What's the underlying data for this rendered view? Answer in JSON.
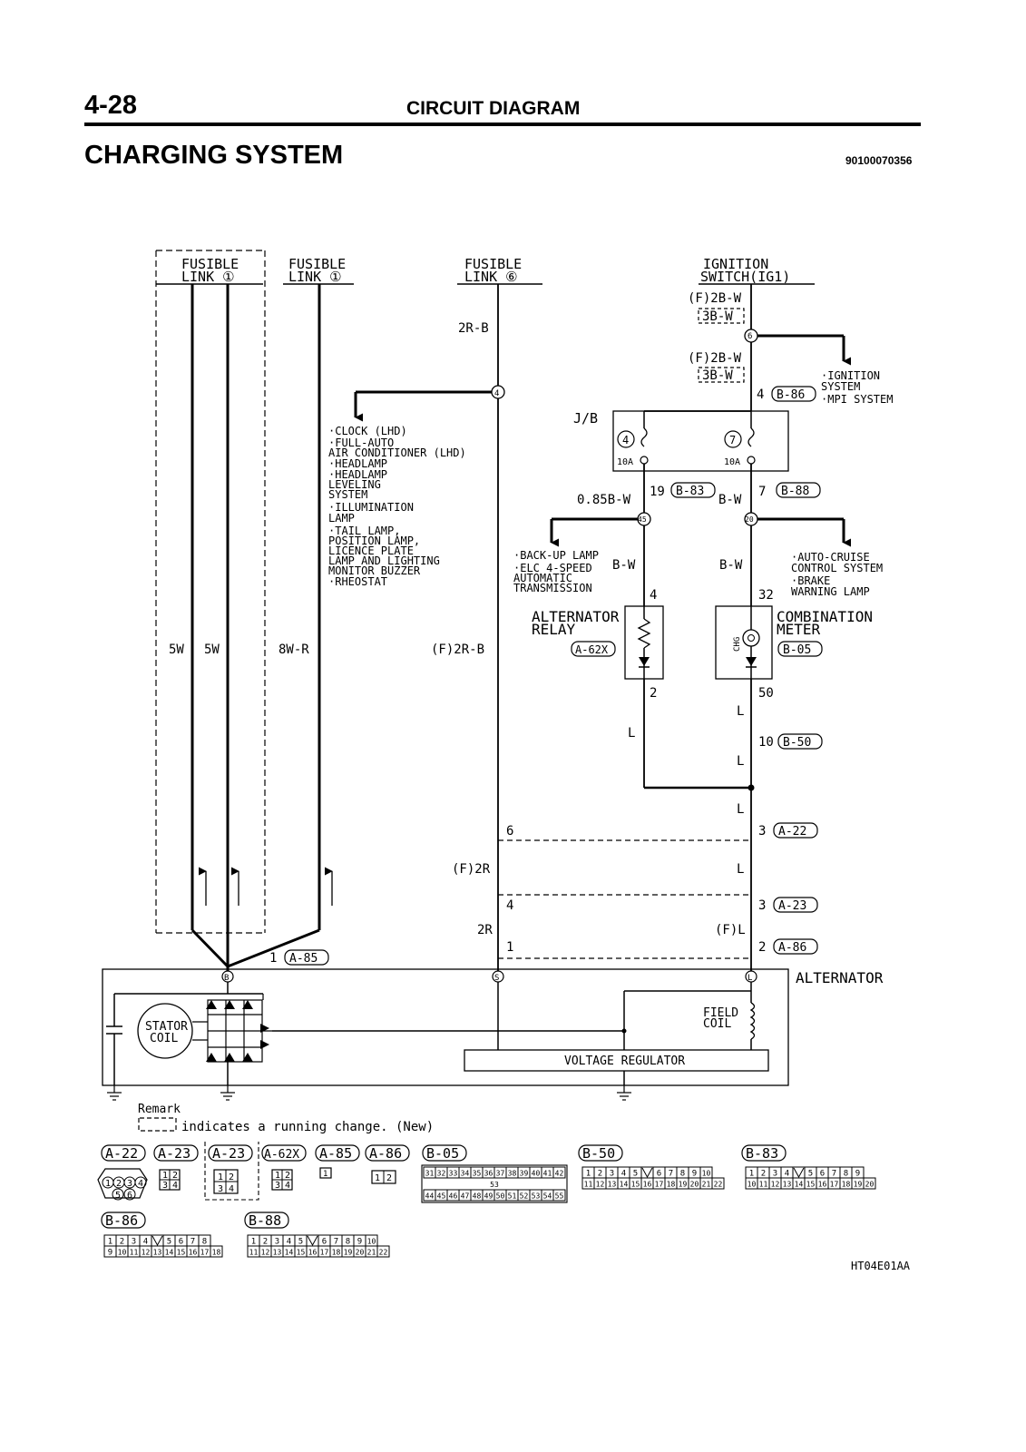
{
  "header": {
    "page_number": "4-28",
    "section": "CIRCUIT DIAGRAM",
    "title": "CHARGING SYSTEM",
    "doc_code": "90100070356"
  },
  "sources": {
    "fusible_link_1a": [
      "FUSIBLE",
      "LINK ①"
    ],
    "fusible_link_1b": [
      "FUSIBLE",
      "LINK ①"
    ],
    "fusible_link_6": [
      "FUSIBLE",
      "LINK ⑥"
    ],
    "ignition_switch": [
      "IGNITION",
      "SWITCH(IG1)"
    ]
  },
  "wires": {
    "w5w_a": "5W",
    "w5w_b": "5W",
    "w8wr": "8W-R",
    "w2rb": "2R-B",
    "wf2rb": "(F)2R-B",
    "wf2bw_a": "(F)2B-W",
    "w3bw_a": "3B-W",
    "wf2bw_b": "(F)2B-W",
    "w3bw_b": "3B-W",
    "w085bw": "0.85B-W",
    "wbw1": "B-W",
    "wbw2": "B-W",
    "wbw3": "B-W",
    "wl1": "L",
    "wl2": "L",
    "wl3": "L",
    "wl4": "L",
    "wl5": "L",
    "wf2r": "(F)2R",
    "w2r": "2R",
    "wfl": "(F)L"
  },
  "loads_left": [
    "·CLOCK (LHD)",
    "·FULL-AUTO",
    " AIR CONDITIONER (LHD)",
    "·HEADLAMP",
    "·HEADLAMP",
    " LEVELING",
    " SYSTEM",
    "·ILLUMINATION",
    " LAMP",
    "·TAIL LAMP,",
    " POSITION LAMP,",
    " LICENCE PLATE",
    " LAMP AND LIGHTING",
    " MONITOR BUZZER",
    "·RHEOSTAT"
  ],
  "loads_backup": [
    "·BACK-UP LAMP",
    "·ELC 4-SPEED",
    " AUTOMATIC",
    " TRANSMISSION"
  ],
  "loads_ignition": [
    "·IGNITION",
    " SYSTEM",
    "·MPI SYSTEM"
  ],
  "loads_cruise": [
    "·AUTO-CRUISE",
    " CONTROL SYSTEM",
    "·BRAKE",
    " WARNING LAMP"
  ],
  "components": {
    "jb": "J/B",
    "fuse_a_no": "4",
    "fuse_b_no": "7",
    "fuse_a_rating": "10A",
    "fuse_b_rating": "10A",
    "relay": [
      "ALTERNATOR",
      "RELAY"
    ],
    "relay_conn": "A-62X",
    "meter": [
      "COMBINATION",
      "METER"
    ],
    "meter_conn": "B-05",
    "chg": "CHG",
    "alternator": "ALTERNATOR",
    "field_coil": [
      "FIELD",
      "COIL"
    ],
    "stator_coil": [
      "STATOR",
      "COIL"
    ],
    "regulator": "VOLTAGE REGULATOR"
  },
  "junctions": {
    "j4": "4",
    "j6": "6",
    "j45": "45",
    "j20": "20"
  },
  "pins": {
    "p4_b86": "4",
    "c_b86": "B-86",
    "p19": "19",
    "c_b83": "B-83",
    "p7": "7",
    "c_b88": "B-88",
    "p4_relay": "4",
    "p32": "32",
    "p2_relay": "2",
    "p50": "50",
    "p10": "10",
    "c_b50": "B-50",
    "p6": "6",
    "p3a": "3",
    "c_a22": "A-22",
    "p4b": "4",
    "p3b": "3",
    "c_a23": "A-23",
    "p1": "1",
    "p2": "2",
    "c_a86": "A-86",
    "p1_a85": "1",
    "c_a85": "A-85",
    "t_b": "B",
    "t_s": "S",
    "t_l": "L"
  },
  "remark": {
    "title": "Remark",
    "text": "indicates a running change. (New)"
  },
  "connectors": {
    "a22": "A-22",
    "a23": "A-23",
    "a23n": "A-23",
    "a62x": "A-62X",
    "a85": "A-85",
    "a86": "A-86",
    "b05": "B-05",
    "b50": "B-50",
    "b83": "B-83",
    "b86": "B-86",
    "b88": "B-88",
    "a22_pins": [
      "1",
      "2",
      "3",
      "4",
      "5",
      "6"
    ],
    "sq_pins": [
      "1",
      "2",
      "3",
      "4"
    ],
    "a86_pins": [
      "1",
      "2"
    ],
    "b05_top": [
      "31",
      "32",
      "33",
      "34",
      "35",
      "36",
      "37",
      "38",
      "39",
      "40",
      "41",
      "42"
    ],
    "b05_mid": "53",
    "b05_bot": [
      "44",
      "45",
      "46",
      "47",
      "48",
      "49",
      "50",
      "51",
      "52",
      "53",
      "54",
      "55"
    ],
    "b50_top": [
      "1",
      "2",
      "3",
      "4",
      "5",
      "6",
      "7",
      "8",
      "9",
      "10"
    ],
    "b50_bot": [
      "11",
      "12",
      "13",
      "14",
      "15",
      "16",
      "17",
      "18",
      "19",
      "20",
      "21",
      "22"
    ],
    "b83_top": [
      "1",
      "2",
      "3",
      "4",
      "5",
      "6",
      "7",
      "8",
      "9"
    ],
    "b83_bot": [
      "10",
      "11",
      "12",
      "13",
      "14",
      "15",
      "16",
      "17",
      "18",
      "19",
      "20"
    ],
    "b86_top": [
      "1",
      "2",
      "3",
      "4",
      "5",
      "6",
      "7",
      "8"
    ],
    "b86_bot": [
      "9",
      "10",
      "11",
      "12",
      "13",
      "14",
      "15",
      "16",
      "17",
      "18"
    ],
    "b88_top": [
      "1",
      "2",
      "3",
      "4",
      "5",
      "6",
      "7",
      "8",
      "9",
      "10"
    ],
    "b88_bot": [
      "11",
      "12",
      "13",
      "14",
      "15",
      "16",
      "17",
      "18",
      "19",
      "20",
      "21",
      "22"
    ]
  },
  "figure_code": "HT04E01AA"
}
